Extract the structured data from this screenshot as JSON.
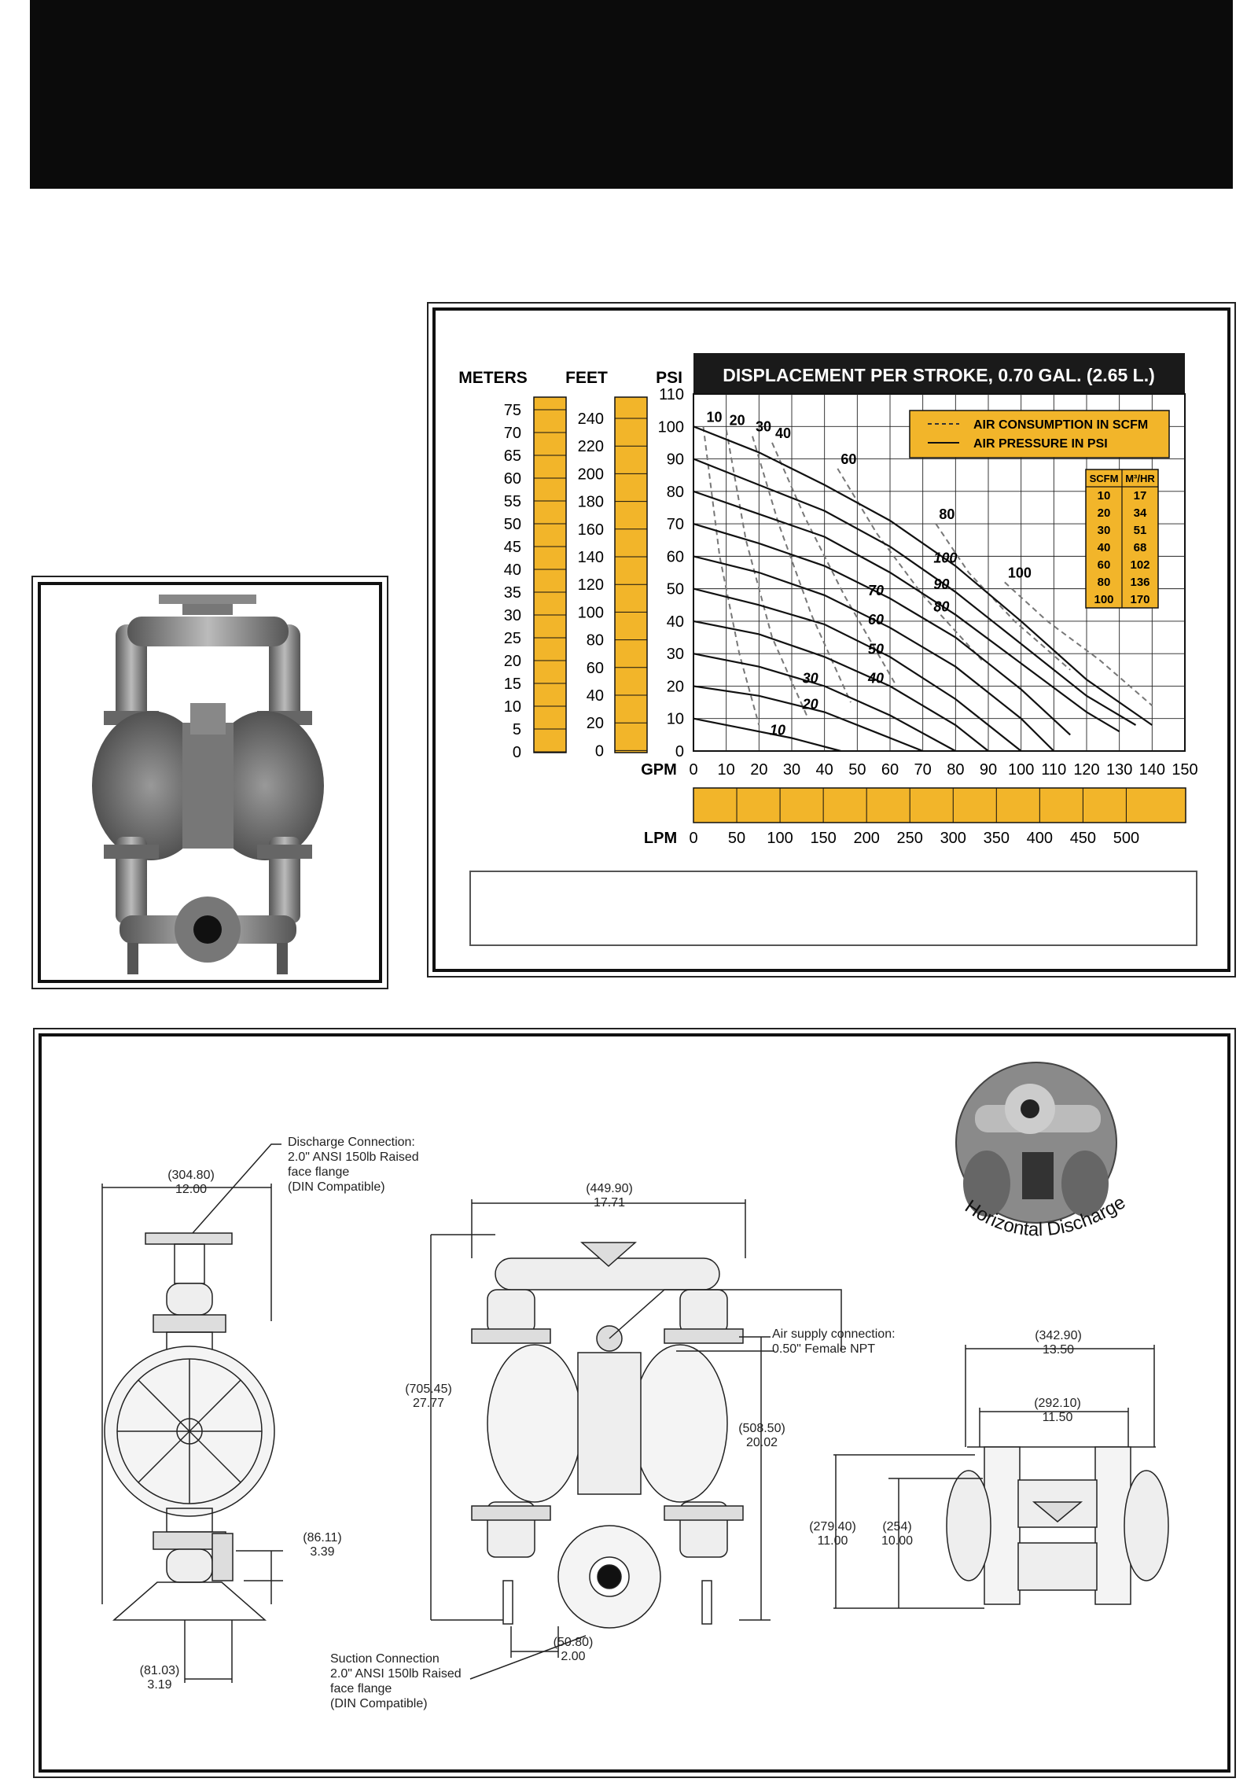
{
  "chart_data": {
    "type": "line",
    "title": "DISPLACEMENT PER STROKE, 0.70 GAL. (2.65 L.)",
    "legend": [
      {
        "style": "dashed",
        "label": "AIR CONSUMPTION IN SCFM"
      },
      {
        "style": "solid",
        "label": "AIR PRESSURE IN PSI"
      }
    ],
    "axes": {
      "meters": {
        "label": "METERS",
        "ticks": [
          "75",
          "70",
          "65",
          "60",
          "55",
          "50",
          "45",
          "40",
          "35",
          "30",
          "25",
          "20",
          "15",
          "10",
          "5",
          "0"
        ]
      },
      "feet": {
        "label": "FEET",
        "ticks": [
          "240",
          "220",
          "200",
          "180",
          "160",
          "140",
          "120",
          "100",
          "80",
          "60",
          "40",
          "20",
          "0"
        ]
      },
      "psi": {
        "label": "PSI",
        "ticks": [
          "110",
          "100",
          "90",
          "80",
          "70",
          "60",
          "50",
          "40",
          "30",
          "20",
          "10",
          "0"
        ],
        "ylim": [
          0,
          110
        ]
      },
      "gpm": {
        "label": "GPM",
        "ticks": [
          "0",
          "10",
          "20",
          "30",
          "40",
          "50",
          "60",
          "70",
          "80",
          "90",
          "100",
          "110",
          "120",
          "130",
          "140",
          "150"
        ],
        "xlim": [
          0,
          150
        ]
      },
      "lpm": {
        "label": "LPM",
        "ticks": [
          "0",
          "50",
          "100",
          "150",
          "200",
          "250",
          "300",
          "350",
          "400",
          "450",
          "500"
        ]
      }
    },
    "pressure_series": [
      {
        "name": "10",
        "x": [
          0,
          15,
          30,
          45
        ],
        "y": [
          10,
          7,
          4,
          0
        ]
      },
      {
        "name": "20",
        "x": [
          0,
          20,
          40,
          55,
          70
        ],
        "y": [
          20,
          17,
          12,
          6,
          0
        ]
      },
      {
        "name": "30",
        "x": [
          0,
          20,
          40,
          60,
          80
        ],
        "y": [
          30,
          26,
          20,
          11,
          0
        ]
      },
      {
        "name": "40",
        "x": [
          0,
          20,
          40,
          60,
          80,
          90
        ],
        "y": [
          40,
          36,
          29,
          20,
          8,
          0
        ]
      },
      {
        "name": "50",
        "x": [
          0,
          20,
          40,
          60,
          80,
          100
        ],
        "y": [
          50,
          45,
          39,
          29,
          16,
          0
        ]
      },
      {
        "name": "60",
        "x": [
          0,
          20,
          40,
          60,
          80,
          100,
          110
        ],
        "y": [
          60,
          55,
          48,
          38,
          26,
          10,
          0
        ]
      },
      {
        "name": "70",
        "x": [
          0,
          20,
          40,
          60,
          80,
          100,
          115
        ],
        "y": [
          70,
          64,
          57,
          47,
          35,
          19,
          5
        ]
      },
      {
        "name": "80",
        "x": [
          0,
          20,
          40,
          60,
          80,
          100,
          120,
          130
        ],
        "y": [
          80,
          73,
          66,
          55,
          42,
          27,
          12,
          6
        ]
      },
      {
        "name": "90",
        "x": [
          0,
          20,
          40,
          60,
          80,
          100,
          120,
          135
        ],
        "y": [
          90,
          82,
          74,
          63,
          49,
          33,
          17,
          8
        ]
      },
      {
        "name": "100",
        "x": [
          0,
          20,
          40,
          60,
          80,
          100,
          120,
          140
        ],
        "y": [
          100,
          92,
          82,
          71,
          57,
          40,
          22,
          8
        ]
      }
    ],
    "air_consumption_series": [
      {
        "name": "10",
        "x": [
          3,
          8,
          14,
          20
        ],
        "y": [
          100,
          60,
          30,
          8
        ]
      },
      {
        "name": "20",
        "x": [
          10,
          16,
          24,
          35
        ],
        "y": [
          99,
          65,
          35,
          10
        ]
      },
      {
        "name": "30",
        "x": [
          18,
          26,
          36,
          48
        ],
        "y": [
          97,
          70,
          42,
          15
        ]
      },
      {
        "name": "40",
        "x": [
          24,
          34,
          46,
          62
        ],
        "y": [
          95,
          72,
          48,
          20
        ]
      },
      {
        "name": "60",
        "x": [
          44,
          56,
          70,
          88
        ],
        "y": [
          87,
          67,
          48,
          28
        ]
      },
      {
        "name": "80",
        "x": [
          74,
          84,
          98,
          115
        ],
        "y": [
          70,
          55,
          40,
          25
        ]
      },
      {
        "name": "100",
        "x": [
          95,
          108,
          124,
          140
        ],
        "y": [
          52,
          40,
          28,
          14
        ]
      }
    ],
    "curve_labels": {
      "pressure": [
        "10",
        "20",
        "30",
        "40",
        "50",
        "60",
        "70",
        "80",
        "90",
        "100"
      ],
      "air": [
        "10",
        "20",
        "30",
        "40",
        "60",
        "80",
        "100"
      ]
    },
    "conversion_table": {
      "headers": [
        "SCFM",
        "M³/HR"
      ],
      "rows": [
        [
          "10",
          "17"
        ],
        [
          "20",
          "34"
        ],
        [
          "30",
          "51"
        ],
        [
          "40",
          "68"
        ],
        [
          "60",
          "102"
        ],
        [
          "80",
          "136"
        ],
        [
          "100",
          "170"
        ]
      ]
    },
    "grid": true
  },
  "dimensions": {
    "discharge_connection": [
      "Discharge Connection:",
      "2.0\" ANSI 150lb Raised",
      "face flange",
      "(DIN Compatible)"
    ],
    "air_supply": [
      "Air supply connection:",
      "0.50\" Female NPT"
    ],
    "suction_connection": [
      "Suction Connection",
      "2.0\" ANSI 150lb Raised",
      "face flange",
      "(DIN Compatible)"
    ],
    "side_width": [
      "(304.80)",
      "12.00"
    ],
    "side_base_height": [
      "(86.11)",
      "3.39"
    ],
    "side_foot": [
      "(81.03)",
      "3.19"
    ],
    "front_width": [
      "(449.90)",
      "17.71"
    ],
    "front_height": [
      "(705.45)",
      "27.77"
    ],
    "front_inlet_height": [
      "(508.50)",
      "20.02"
    ],
    "front_inlet_offset": [
      "(50.80)",
      "2.00"
    ],
    "horiz_outer_width": [
      "(342.90)",
      "13.50"
    ],
    "horiz_inner_width": [
      "(292.10)",
      "11.50"
    ],
    "horiz_height_1": [
      "(279.40)",
      "11.00"
    ],
    "horiz_height_2": [
      "(254)",
      "10.00"
    ],
    "horizontal_discharge_caption": "Horizontal Discharge"
  },
  "colors": {
    "accent": "#f2b52a",
    "banner": "#0b0b0b",
    "title_bar": "#1a1a1a"
  }
}
